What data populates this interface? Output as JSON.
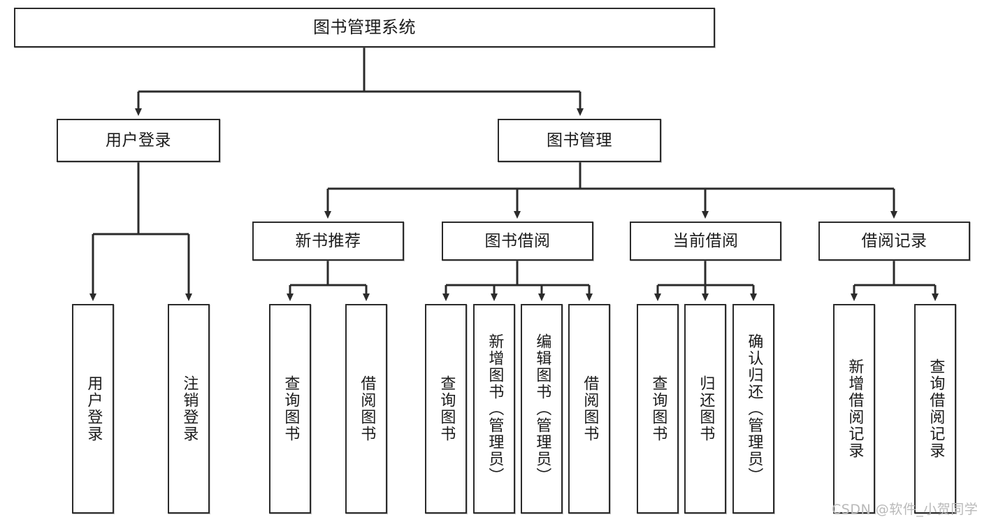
{
  "diagram": {
    "title": "图书管理系统",
    "type": "functional-structure-tree",
    "watermark": "CSDN @软件_小贺同学",
    "colors": {
      "box_border": "#2b2b2b",
      "box_fill": "#ffffff",
      "edge": "#2b2b2b",
      "text": "#1b1b1b",
      "watermark": "#b9b9b9",
      "page_background": "#ffffff"
    },
    "levels": {
      "root": [
        "图书管理系统"
      ],
      "level2": [
        "用户登录",
        "图书管理"
      ],
      "level3": [
        "新书推荐",
        "图书借阅",
        "当前借阅",
        "借阅记录"
      ],
      "leaves": [
        "用户登录",
        "注销登录",
        "查询图书",
        "借阅图书",
        "查询图书",
        "新增图书（管理员）",
        "编辑图书（管理员）",
        "借阅图书",
        "查询图书",
        "归还图书",
        "确认归还（管理员）",
        "新增借阅记录",
        "查询借阅记录"
      ]
    },
    "nodes": {
      "root": {
        "label": "图书管理系统"
      },
      "user_login": {
        "label": "用户登录"
      },
      "book_manage": {
        "label": "图书管理"
      },
      "new_book_rec": {
        "label": "新书推荐"
      },
      "book_borrow": {
        "label": "图书借阅"
      },
      "current_borrow": {
        "label": "当前借阅"
      },
      "borrow_record": {
        "label": "借阅记录"
      },
      "leaf_user_login": {
        "label": "用户登录"
      },
      "leaf_logout": {
        "label": "注销登录"
      },
      "leaf_query_book_1": {
        "label": "查询图书"
      },
      "leaf_borrow_book_1": {
        "label": "借阅图书"
      },
      "leaf_query_book_2": {
        "label": "查询图书"
      },
      "leaf_add_book": {
        "label": "新增图书（管理员）"
      },
      "leaf_edit_book": {
        "label": "编辑图书（管理员）"
      },
      "leaf_borrow_book_2": {
        "label": "借阅图书"
      },
      "leaf_query_book_3": {
        "label": "查询图书"
      },
      "leaf_return_book": {
        "label": "归还图书"
      },
      "leaf_confirm_return": {
        "label": "确认归还（管理员）"
      },
      "leaf_add_record": {
        "label": "新增借阅记录"
      },
      "leaf_query_record": {
        "label": "查询借阅记录"
      }
    }
  }
}
